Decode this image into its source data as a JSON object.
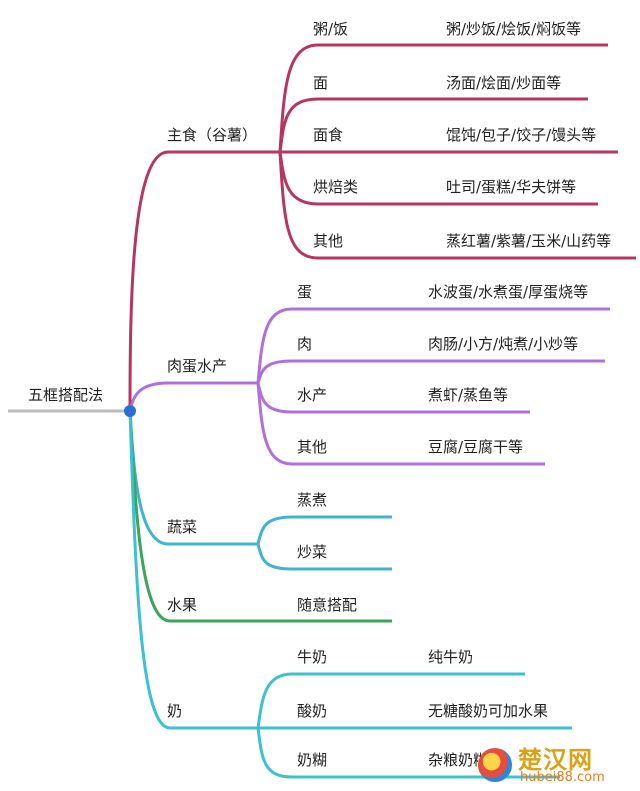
{
  "root": "五框搭配法",
  "groups": [
    {
      "label": "主食（谷薯）",
      "color": "#b7365f",
      "items": [
        {
          "name": "粥/饭",
          "detail": "粥/炒饭/烩饭/焖饭等"
        },
        {
          "name": "面",
          "detail": "汤面/烩面/炒面等"
        },
        {
          "name": "面食",
          "detail": "馄饨/包子/饺子/馒头等"
        },
        {
          "name": "烘焙类",
          "detail": "吐司/蛋糕/华夫饼等"
        },
        {
          "name": "其他",
          "detail": "蒸红薯/紫薯/玉米/山药等"
        }
      ]
    },
    {
      "label": "肉蛋水产",
      "color": "#b070dc",
      "items": [
        {
          "name": "蛋",
          "detail": "水波蛋/水煮蛋/厚蛋烧等"
        },
        {
          "name": "肉",
          "detail": "肉肠/小方/炖煮/小炒等"
        },
        {
          "name": "水产",
          "detail": "煮虾/蒸鱼等"
        },
        {
          "name": "其他",
          "detail": "豆腐/豆腐干等"
        }
      ]
    },
    {
      "label": "蔬菜",
      "color": "#3fb3d0",
      "items": [
        {
          "name": "蒸煮",
          "detail": ""
        },
        {
          "name": "炒菜",
          "detail": ""
        }
      ]
    },
    {
      "label": "水果",
      "color": "#3da557",
      "items": [
        {
          "name": "随意搭配",
          "detail": ""
        }
      ]
    },
    {
      "label": "奶",
      "color": "#3cc1cf",
      "items": [
        {
          "name": "牛奶",
          "detail": "纯牛奶"
        },
        {
          "name": "酸奶",
          "detail": "无糖酸奶可加水果"
        },
        {
          "name": "奶糊",
          "detail": "杂粮奶糊"
        }
      ]
    }
  ],
  "watermark": {
    "title": "楚汉网",
    "url": "hubei88.com"
  },
  "colors": {
    "root_line": "#bdbdbd",
    "root_dot": "#2b6fd6"
  }
}
